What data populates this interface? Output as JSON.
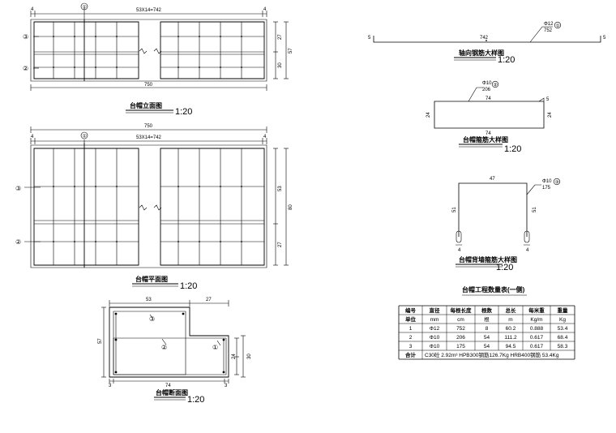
{
  "elevation": {
    "title": "台帽立面图",
    "scale": "1:20",
    "dim_top": "53X14=742",
    "dim_end_left": "4",
    "dim_end_right": "4",
    "dim_bottom": "750",
    "dim_right_a": "27",
    "dim_right_b": "30",
    "dim_right_total": "57",
    "marker_top": "①",
    "marker_a": "③",
    "marker_b": "②"
  },
  "plan": {
    "title": "台帽平面图",
    "scale": "1:20",
    "dim_total": "750",
    "dim_top": "53X14=742",
    "dim_end_left": "4",
    "dim_end_right": "4",
    "dim_right_a": "53",
    "dim_right_b": "27",
    "dim_right_total": "80",
    "marker_top": "①",
    "marker_a": "③",
    "marker_b": "②"
  },
  "section": {
    "title": "台帽断面图",
    "scale": "1:20",
    "dim_top_a": "53",
    "dim_top_b": "27",
    "dim_left": "57",
    "dim_right_a": "24",
    "dim_right_b": "30",
    "dim_bottom": "74",
    "dim_bottom_l": "3",
    "dim_bottom_r": "3",
    "marker_1": "①",
    "marker_2": "②",
    "marker_3": "③"
  },
  "axial": {
    "title": "轴向钢筋大样图",
    "scale": "1:20",
    "end_left": "5",
    "end_right": "5",
    "length": "742",
    "callout_dia": "Φ12",
    "callout_len": "752",
    "marker": "①"
  },
  "stirrup": {
    "title": "台帽箍筋大样图",
    "scale": "1:20",
    "callout_dia": "Φ10",
    "callout_len": "206",
    "marker": "②",
    "top": "74",
    "bottom": "74",
    "left": "24",
    "right": "24",
    "hook": "5"
  },
  "backwall": {
    "title": "台帽背墙箍筋大样图",
    "scale": "1:20",
    "callout_dia": "Φ10",
    "callout_len": "175",
    "marker": "③",
    "top": "47",
    "left": "51",
    "right": "51",
    "foot_l": "4",
    "foot_r": "4"
  },
  "table": {
    "title": "台帽工程数量表(一侧)",
    "headers": [
      "编号",
      "直径",
      "每根长度",
      "根数",
      "总长",
      "每米重",
      "重量"
    ],
    "units": [
      "单位",
      "mm",
      "cm",
      "根",
      "m",
      "Kg/m",
      "Kg"
    ],
    "rows": [
      [
        "1",
        "Φ12",
        "752",
        "8",
        "60.2",
        "0.888",
        "53.4"
      ],
      [
        "2",
        "Φ10",
        "206",
        "54",
        "111.2",
        "0.617",
        "68.4"
      ],
      [
        "3",
        "Φ10",
        "175",
        "54",
        "94.5",
        "0.617",
        "58.3"
      ]
    ],
    "total_label": "合计",
    "total_text": "C30砼 2.92m³  HPB300钢筋126.7Kg  HRB400钢筋 53.4Kg"
  },
  "colors": {
    "ink": "#000000",
    "paper": "#ffffff"
  }
}
